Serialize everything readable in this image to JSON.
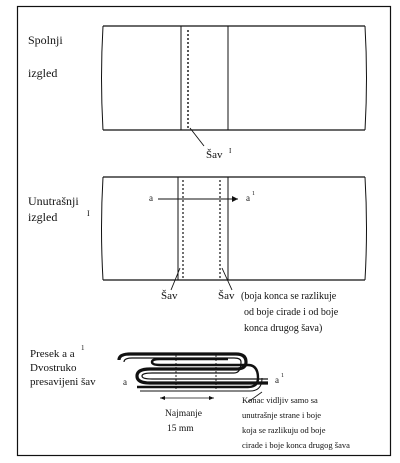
{
  "labels": {
    "outside_line1": "Spolnji",
    "outside_line2": "izgled",
    "inside_line1": "Unutrašnji",
    "inside_line2": "izgled",
    "inside_marker": "I",
    "seam_top": "Šav",
    "seam_top_marker": "I",
    "section_a": "a",
    "section_a1": "a",
    "section_a1_sup": "1",
    "seam_left": "Šav",
    "seam_right": "Šav",
    "thread_note_line1": "(boja konca se razlikuje",
    "thread_note_line2": "od boje cirade i od boje",
    "thread_note_line3": "konca drugog šava)",
    "cross_section_line1": "Presek a a",
    "cross_section_sup": "1",
    "cross_section_line2": "Dvostruko",
    "cross_section_line3": "presavijeni šav",
    "cs_a": "a",
    "cs_a1": "a",
    "cs_a1_sup": "1",
    "min_line1": "Najmanje",
    "min_line2": "15 mm",
    "note2_line1": "Konac vidljiv samo sa",
    "note2_line2": "unutrašnje strane i boje",
    "note2_line3": "koja se razlikuju od boje",
    "note2_line4": "cirade i boje konca drugog šava"
  },
  "colors": {
    "ink": "#111111",
    "paper": "#ffffff"
  }
}
